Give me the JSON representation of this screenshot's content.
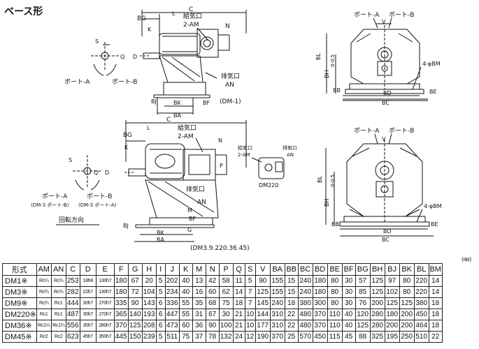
{
  "title": "ベース形",
  "unit": "(㎜)",
  "top_view": {
    "dims": {
      "C": "C",
      "BG": "BG",
      "L": "L",
      "K": "K",
      "N": "N",
      "BJ": "BJ",
      "BK": "BK",
      "BA": "BA",
      "BF": "BF"
    },
    "exhaust": "給気口",
    "exhaust_size": "2-AM",
    "outlet": "排気口",
    "outlet_size": "AN",
    "model": "(DM-1)",
    "shaft": {
      "S": "S",
      "Q": "Q",
      "D": "D"
    },
    "port_a": "ポート-A",
    "port_b": "ポート-B"
  },
  "top_front": {
    "port_a": "ポート-A",
    "port_b": "ポート-B",
    "V": "V",
    "BL": "BL",
    "H": "H",
    "tol": "0-0.5",
    "BH": "BH",
    "BB": "BB",
    "BE": "BE",
    "BD": "BD",
    "BC": "BC",
    "bolt": "4-φBM"
  },
  "bottom_view": {
    "dims": {
      "C": "C",
      "BG": "BG",
      "L": "L",
      "K": "K",
      "N": "N",
      "P": "P",
      "BJ": "BJ",
      "BK": "BK",
      "BA": "BA",
      "BF": "BF",
      "M": "M",
      "G": "G"
    },
    "inlet": "給気口",
    "inlet_size": "2-AM",
    "outlet": "排気口",
    "outlet_size": "AN",
    "small_inlet": "給気口",
    "small_inlet_size": "2-AM",
    "small_outlet": "排気口",
    "small_outlet_size": "AN",
    "small_model": "DM220",
    "model": "(DM3.9.220.36.45)",
    "shaft": {
      "S": "S",
      "Q": "Q",
      "D": "D"
    },
    "port_a": "ポート-A",
    "port_b": "ポート-B",
    "port_a_note": "(DM-3 ポート-B)",
    "port_b_note": "(DM-3 ポート-A)",
    "rotation": "回転方向"
  },
  "bottom_front": {
    "port_a": "ポート-A",
    "port_b": "ポート-B",
    "V": "V",
    "BL": "BL",
    "H": "H",
    "tol": "0-0.5",
    "BH": "BH",
    "BB": "BB",
    "BE": "BE",
    "BD": "BD",
    "BC": "BC",
    "bolt": "4-φBM"
  },
  "table": {
    "headers": [
      "形式",
      "AM",
      "AN",
      "C",
      "D",
      "E",
      "F",
      "G",
      "H",
      "I",
      "J",
      "K",
      "M",
      "N",
      "P",
      "Q",
      "S",
      "V",
      "BA",
      "BB",
      "BC",
      "BD",
      "BE",
      "BF",
      "BG",
      "BH",
      "BJ",
      "BK",
      "BL",
      "BM"
    ],
    "rows": [
      [
        "DM1※",
        "Rc¼",
        "Rc¾",
        "253",
        "18h8",
        "130h7",
        "180",
        "67",
        "20",
        "5",
        "202",
        "40",
        "13",
        "42",
        "58",
        "11",
        "5",
        "90",
        "155",
        "15",
        "240",
        "180",
        "80",
        "30",
        "57",
        "125",
        "97",
        "80",
        "220",
        "14"
      ],
      [
        "DM3※",
        "Rc¾",
        "Rc¾",
        "282",
        "22h7",
        "130h7",
        "180",
        "72",
        "104",
        "5",
        "234",
        "40",
        "16",
        "60",
        "62",
        "14",
        "7",
        "125",
        "155",
        "15",
        "240",
        "180",
        "80",
        "30",
        "85",
        "125",
        "102",
        "80",
        "220",
        "14"
      ],
      [
        "DM9※",
        "Rc¾",
        "Rc1",
        "444",
        "30h7",
        "270h7",
        "335",
        "90",
        "143",
        "6",
        "336",
        "55",
        "35",
        "68",
        "75",
        "18",
        "7",
        "145",
        "240",
        "18",
        "380",
        "300",
        "80",
        "30",
        "76",
        "200",
        "125",
        "125",
        "380",
        "18"
      ],
      [
        "DM220※",
        "Rc1",
        "Rc1",
        "487",
        "35h7",
        "270h7",
        "365",
        "140",
        "193",
        "6",
        "447",
        "55",
        "31",
        "67",
        "30",
        "21",
        "10",
        "144",
        "310",
        "22",
        "480",
        "370",
        "110",
        "40",
        "120",
        "280",
        "180",
        "200",
        "450",
        "18"
      ],
      [
        "DM36※",
        "Rc1¼",
        "Rc1¼",
        "556",
        "35h7",
        "280h7",
        "370",
        "125",
        "208",
        "6",
        "473",
        "60",
        "36",
        "90",
        "100",
        "21",
        "10",
        "177",
        "310",
        "22",
        "480",
        "370",
        "110",
        "40",
        "125",
        "280",
        "200",
        "200",
        "464",
        "18"
      ],
      [
        "DM45※",
        "Rc2",
        "Rc2",
        "623",
        "45h7",
        "350h7",
        "445",
        "150",
        "239",
        "5",
        "511",
        "75",
        "37",
        "78",
        "132",
        "24",
        "12",
        "190",
        "370",
        "25",
        "570",
        "450",
        "115",
        "45",
        "88",
        "325",
        "195",
        "250",
        "510",
        "22"
      ]
    ]
  }
}
